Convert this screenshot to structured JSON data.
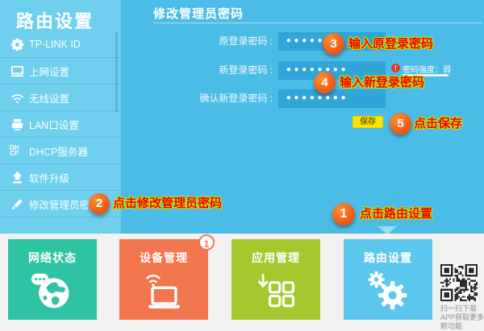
{
  "sidebar": {
    "title": "路由设置",
    "items": [
      {
        "icon": "gear-icon",
        "label": "TP-LINK ID"
      },
      {
        "icon": "monitor-icon",
        "label": "上网设置"
      },
      {
        "icon": "wifi-icon",
        "label": "无线设置"
      },
      {
        "icon": "printer-icon",
        "label": "LAN口设置"
      },
      {
        "icon": "dhcp-icon",
        "label": "DHCP服务器",
        "icon_text_line1": "DH",
        "icon_text_line2": "CP"
      },
      {
        "icon": "upload-icon",
        "label": "软件升级"
      },
      {
        "icon": "pencil-icon",
        "label": "修改管理员密码",
        "chevron": "›"
      }
    ]
  },
  "main": {
    "heading": "修改管理员密码",
    "form": {
      "rows": [
        {
          "label": "原登录密码 :",
          "value": "••••••"
        },
        {
          "label": "新登录密码 :",
          "value": "••••••••"
        },
        {
          "label": "确认新登录密码 :",
          "value": "••••••••"
        }
      ],
      "strength": {
        "alert": "!",
        "label": "密码强度：弱"
      }
    },
    "save_label": "保存"
  },
  "tiles": [
    {
      "label": "网络状态",
      "icon": "globe-icon",
      "color": "#2ec3a3"
    },
    {
      "label": "设备管理",
      "icon": "laptop-wifi-icon",
      "color": "#f3774e",
      "badge": "1"
    },
    {
      "label": "应用管理",
      "icon": "apps-grid-icon",
      "color": "#a4c82e"
    },
    {
      "label": "路由设置",
      "icon": "gears-icon",
      "color": "#5cc7ec"
    }
  ],
  "qr": {
    "caption_line1": "扫一扫下载",
    "caption_line2": "APP获取更多",
    "caption_line3": "新功能"
  },
  "annotations": [
    {
      "num": "1",
      "text": "点击路由设置"
    },
    {
      "num": "2",
      "text": "点击修改管理员密码"
    },
    {
      "num": "3",
      "text": "输入原登录密码"
    },
    {
      "num": "4",
      "text": "输入新登录密码"
    },
    {
      "num": "5",
      "text": "点击保存"
    }
  ],
  "colors": {
    "sidebar_bg": "#6fcfee",
    "main_bg": "#4bbce5",
    "input_bg": "#2fa5d8",
    "save_button": "#ffe400",
    "annotation_badge": "#ee5514",
    "annotation_text": "#f20000",
    "annotation_glow": "#c6e400",
    "tile_net": "#2ec3a3",
    "tile_dev": "#f3774e",
    "tile_app": "#a4c82e",
    "tile_rtr": "#5cc7ec",
    "bottom_bg": "#f1f1ef"
  }
}
